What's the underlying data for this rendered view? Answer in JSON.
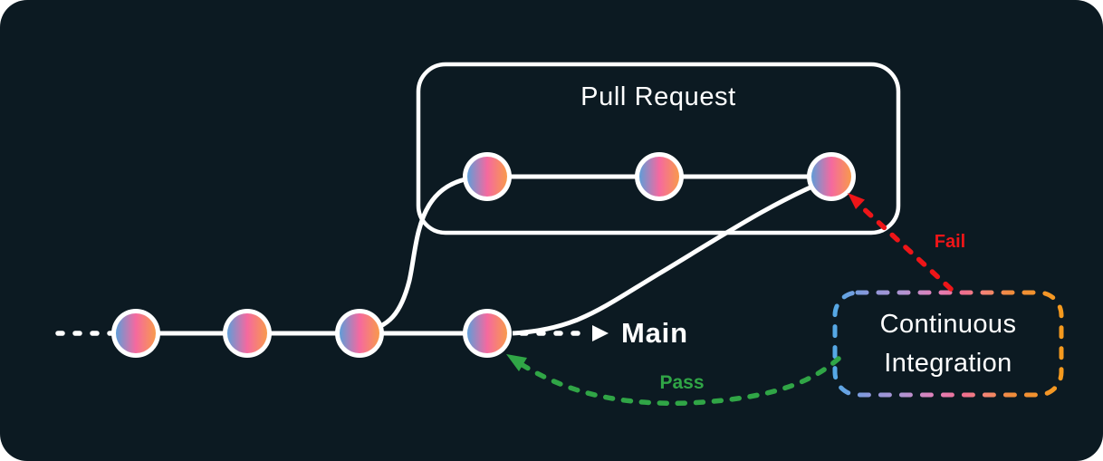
{
  "colors": {
    "background": "#0c1a22",
    "outer_background": "#ffffff",
    "line_white": "#ffffff",
    "commit_ring": "#ffffff",
    "commit_gradient": [
      "#5f9dd8",
      "#f5699f",
      "#f89a4c"
    ],
    "ci_border_gradient": [
      "#55a8e5",
      "#8f96da",
      "#b194d2",
      "#e47fb8",
      "#ee6e8e",
      "#f4837a",
      "#f08c3c",
      "#f59a1e"
    ],
    "fail_red": "#ee1518",
    "pass_green": "#30a546"
  },
  "pull_request_box": {
    "label": "Pull Request",
    "commit_count": 3
  },
  "main_branch": {
    "label": "Main",
    "commit_count": 4,
    "arrow_icon": "play-right-triangle"
  },
  "ci_box": {
    "label_line1": "Continuous",
    "label_line2": "Integration"
  },
  "ci_arrows": {
    "fail": {
      "label": "Fail",
      "color": "#ee1518",
      "style": "dashed"
    },
    "pass": {
      "label": "Pass",
      "color": "#30a546",
      "style": "dashed"
    }
  }
}
